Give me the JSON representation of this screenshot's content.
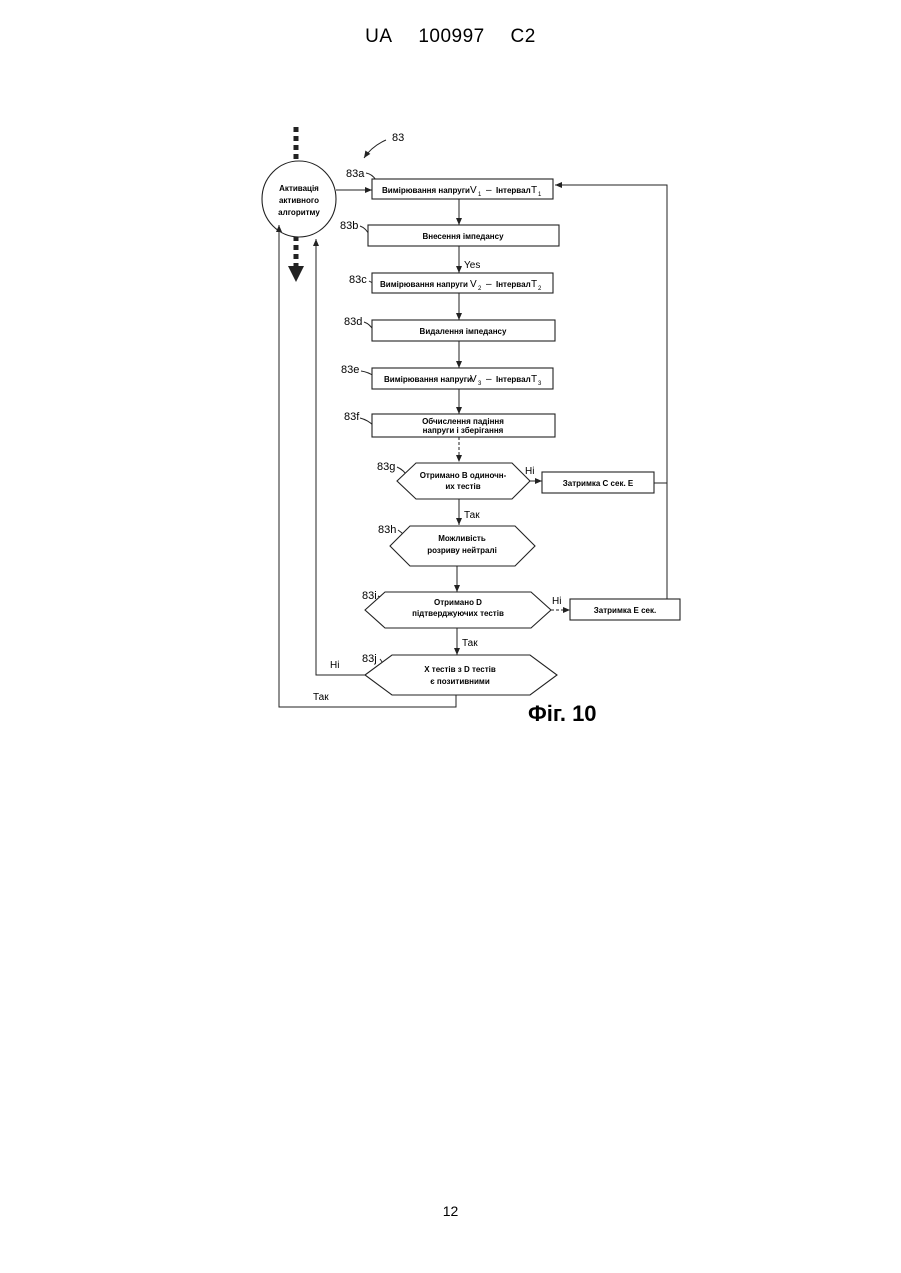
{
  "header": {
    "country": "UA",
    "number": "100997",
    "kind": "C2"
  },
  "page_number": "12",
  "figure": {
    "ref_main": "83",
    "caption": "Фіг. 10",
    "start_node": {
      "line1": "Активація",
      "line2": "активного",
      "line3": "алгоритму"
    },
    "steps": [
      {
        "ref": "83a",
        "text": "Вимірювання напруги",
        "var": "V",
        "var_sub": "1",
        "dash": "–",
        "interval": "Інтервал",
        "t": "T",
        "t_sub": "1"
      },
      {
        "ref": "83b",
        "text": "Внесення імпедансу"
      },
      {
        "ref": "83c",
        "text": "Вимірювання напруги",
        "var": "V",
        "var_sub": "2",
        "dash": "–",
        "interval": "Інтервал",
        "t": "T",
        "t_sub": "2"
      },
      {
        "ref": "83d",
        "text": "Видалення імпедансу"
      },
      {
        "ref": "83e",
        "text": "Вимірювання напруги",
        "var": "V",
        "var_sub": "3",
        "dash": "–",
        "interval": "Інтервал",
        "t": "T",
        "t_sub": "3"
      },
      {
        "ref": "83f",
        "line1": "Обчислення падіння",
        "line2": "напруги і зберігання"
      },
      {
        "ref": "83g",
        "line1": "Отримано В одиночн-",
        "line2": "их тестів"
      },
      {
        "ref": "83h",
        "line1": "Можливість",
        "line2": "розриву нейтралі"
      },
      {
        "ref": "83i",
        "line1": "Отримано D",
        "line2": "підтверджуючих тестів"
      },
      {
        "ref": "83j",
        "line1": "X тестів з D тестів",
        "line2": "є позитивними"
      }
    ],
    "delays": {
      "c": "Затримка С сек. Е",
      "e": "Затримка Е сек."
    },
    "edge_labels": {
      "yes": "Yes",
      "no": "Ні",
      "so": "Так"
    }
  }
}
